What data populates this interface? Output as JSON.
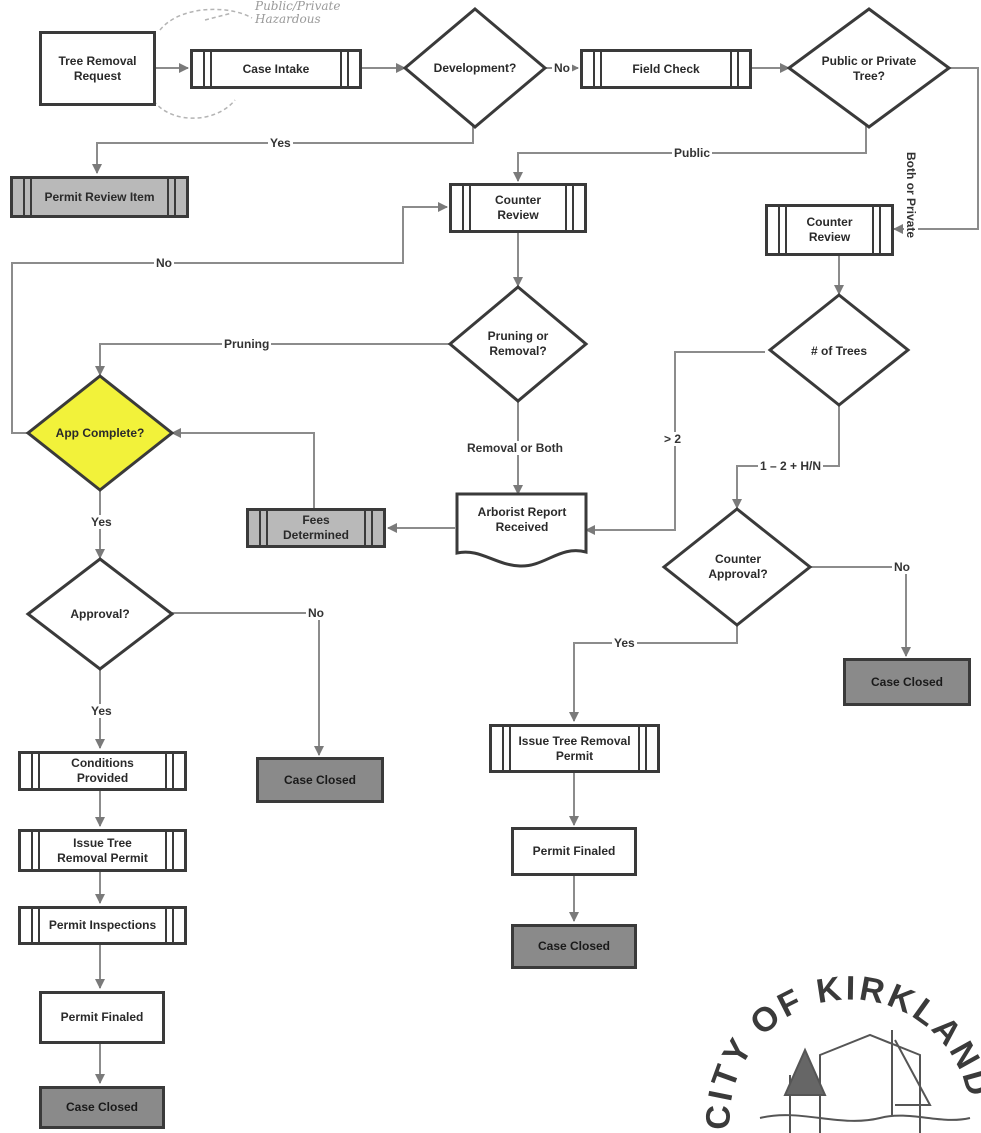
{
  "nodes": {
    "tree_removal_request": "Tree Removal Request",
    "case_intake": "Case Intake",
    "development": "Development?",
    "field_check": "Field Check",
    "public_or_private": "Public or Private Tree?",
    "permit_review_item": "Permit Review Item",
    "counter_review_left": "Counter Review",
    "counter_review_right": "Counter Review",
    "pruning_or_removal": "Pruning or Removal?",
    "num_trees": "# of Trees",
    "app_complete": "App Complete?",
    "fees_determined": "Fees Determined",
    "arborist_report": "Arborist Report Received",
    "counter_approval": "Counter Approval?",
    "approval": "Approval?",
    "case_closed_right": "Case Closed",
    "case_closed_mid_left": "Case Closed",
    "conditions_provided": "Conditions Provided",
    "issue_permit_left": "Issue Tree Removal Permit",
    "permit_inspections": "Permit Inspections",
    "permit_finaled_left": "Permit Finaled",
    "case_closed_bottom": "Case Closed",
    "issue_permit_mid": "Issue Tree Removal Permit",
    "permit_finaled_mid": "Permit Finaled",
    "case_closed_mid": "Case Closed"
  },
  "edge_labels": {
    "no_field": "No",
    "yes_permit": "Yes",
    "public": "Public",
    "both_private": "Both or Private",
    "no_loop": "No",
    "pruning": "Pruning",
    "removal_or_both": "Removal or Both",
    "gt2": "> 2",
    "one_two": "1 – 2 + H/N",
    "yes_app": "Yes",
    "no_counter": "No",
    "no_approval": "No",
    "yes_counter": "Yes",
    "yes_approval": "Yes"
  },
  "handwritten_note": "Public/Private Hazardous",
  "seal_text": "CITY OF KIRKLAND",
  "colors": {
    "line": "#8c8c8c",
    "border": "#3a3a3a",
    "highlight": "#f2f23a",
    "grey_fill": "#b9b9b9",
    "dark_fill": "#8a8a8a"
  }
}
